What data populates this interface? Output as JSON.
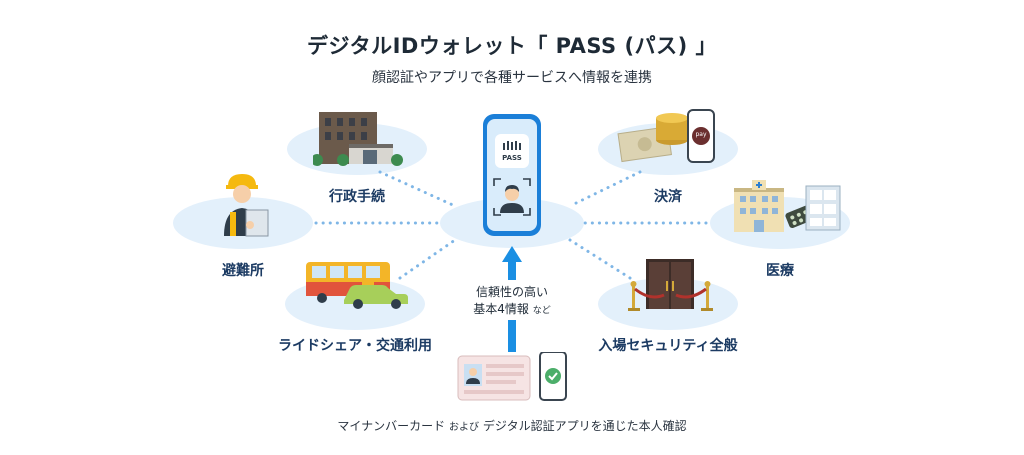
{
  "header": {
    "title": "デジタルIDウォレット「 PASS (パス) 」",
    "subtitle": "顔認証やアプリで各種サービスへ情報を連携"
  },
  "phone": {
    "logo_text": "PASS"
  },
  "services": {
    "administration": "行政手続",
    "shelter": "避難所",
    "rideshare": "ライドシェア・交通利用",
    "payment": "決済",
    "medical": "医療",
    "entry_security": "入場セキュリティ全般",
    "pay_icon_text": "pay"
  },
  "center": {
    "line1": "信頼性の高い",
    "line2": "基本4情報",
    "line2_suffix": "など"
  },
  "footer": {
    "part1": "マイナンバーカード",
    "part2": "および",
    "part3": "デジタル認証アプリを通じた本人確認"
  },
  "colors": {
    "ellipse": "#e3f0fb",
    "label": "#1c3b63",
    "arrow": "#1a8fe3",
    "dotted": "#7fb6e6"
  }
}
